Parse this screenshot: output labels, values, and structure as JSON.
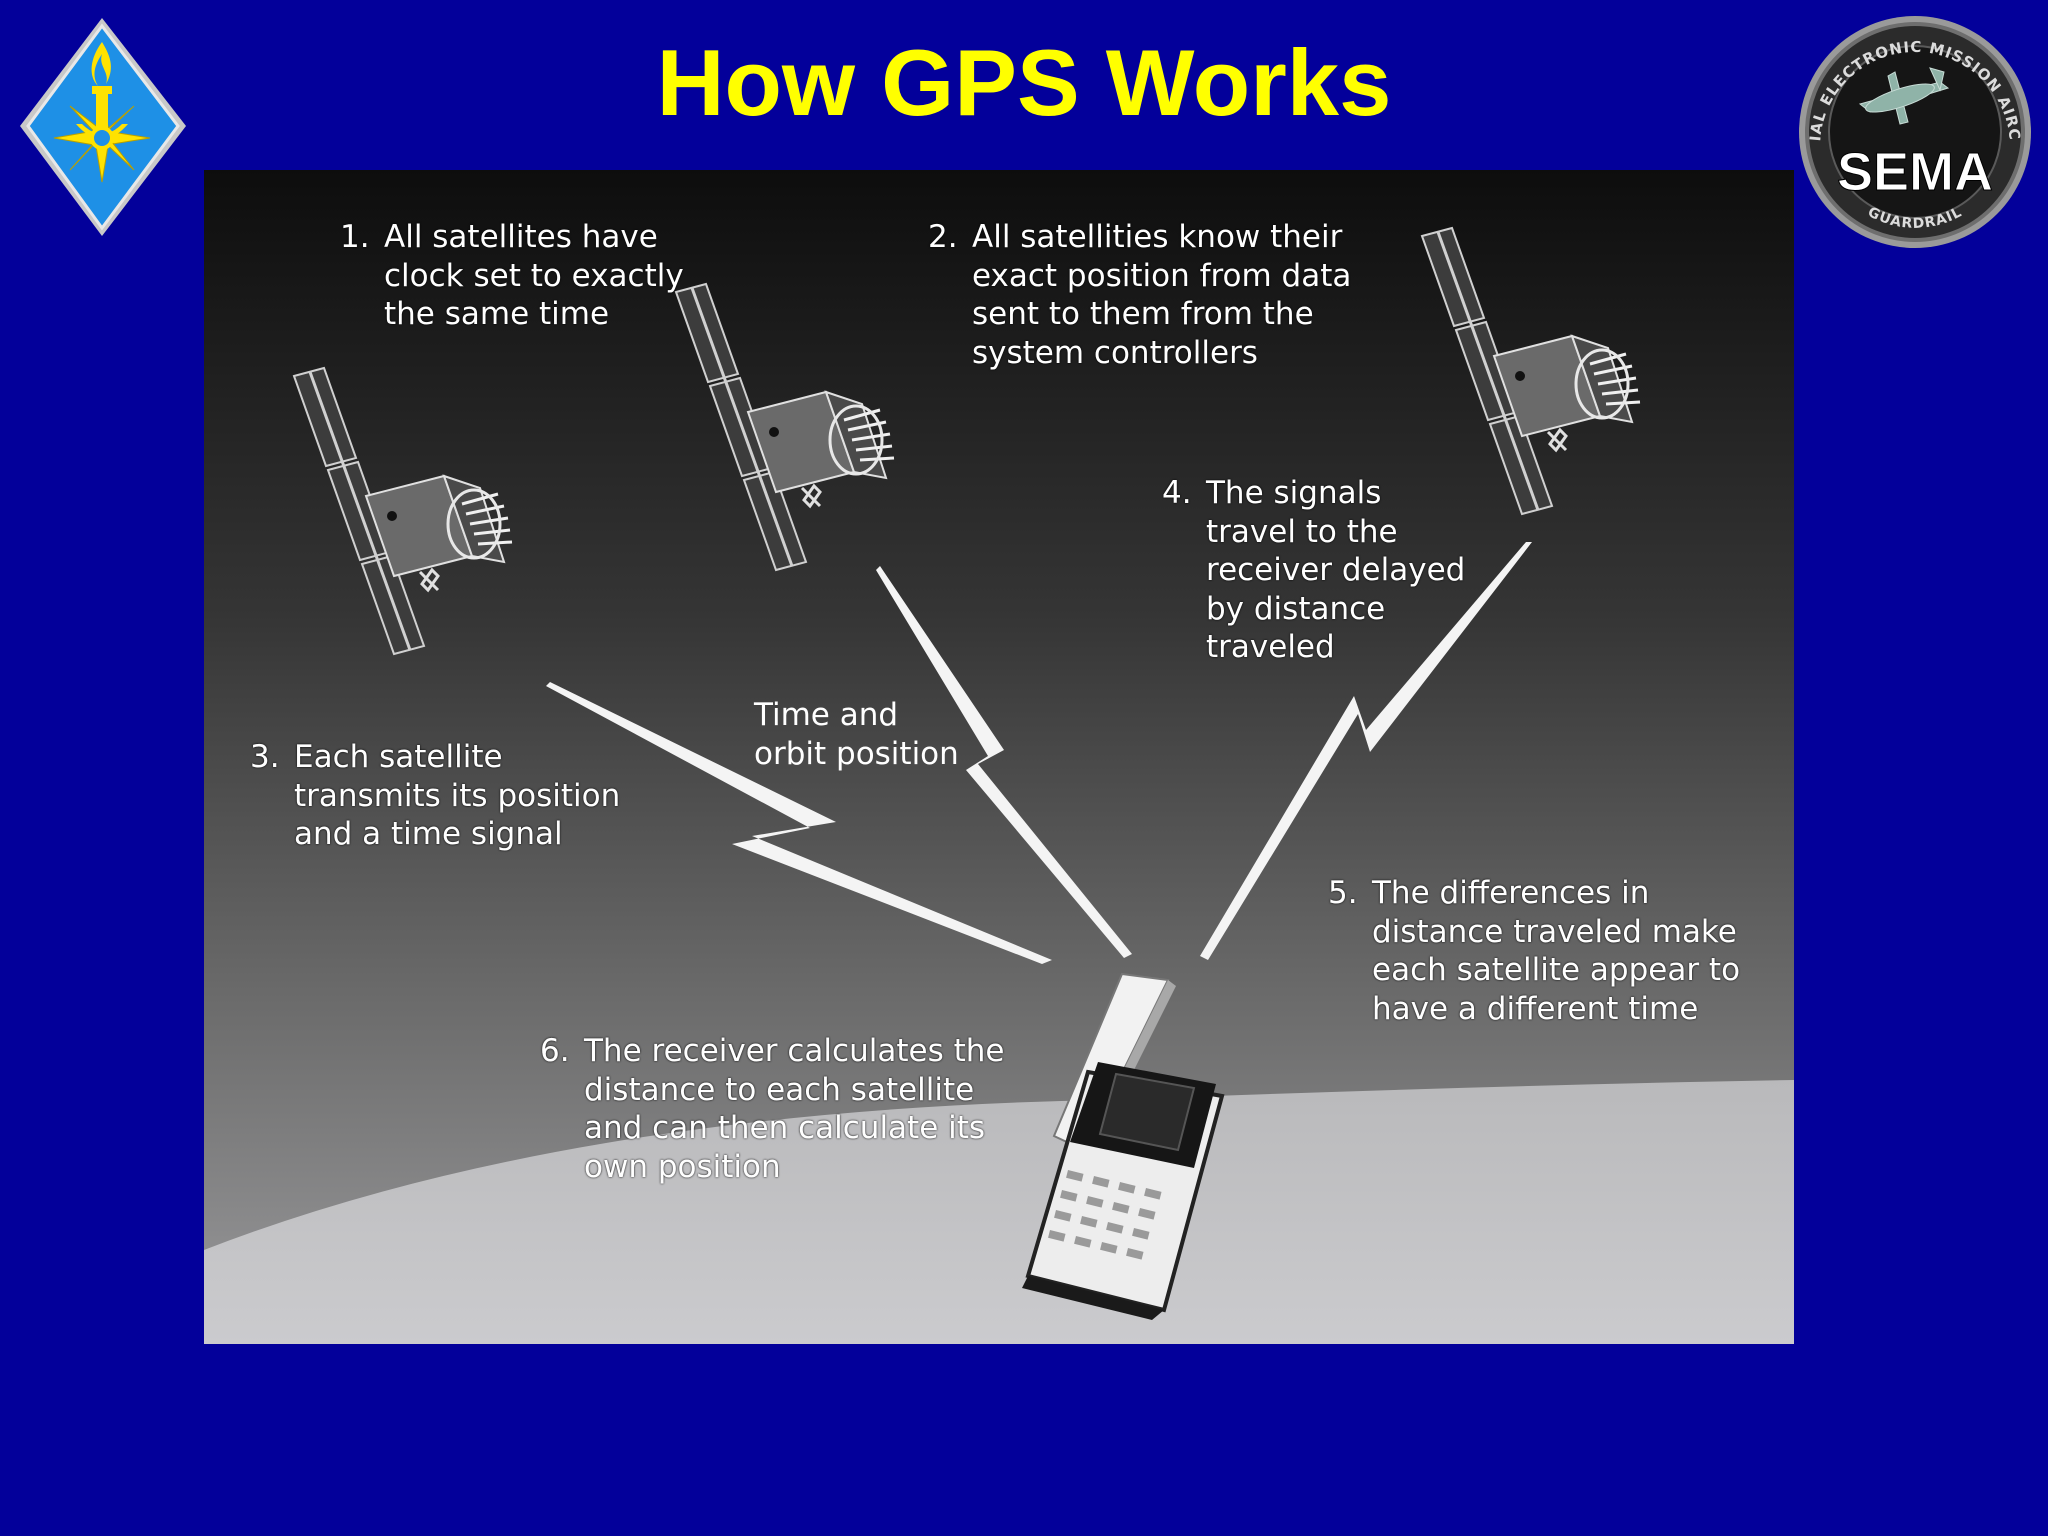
{
  "slide": {
    "title": "How GPS Works"
  },
  "logos": {
    "left": {
      "icon": "torch-star-diamond-icon",
      "colors": {
        "diamond": "#1e90e6",
        "emblem": "#ffe200",
        "border": "#b0b0b0"
      }
    },
    "right": {
      "icon": "sema-aircraft-badge-icon",
      "ring_text": "SPECIAL ELECTRONIC MISSION AIRCRAFT",
      "center_text": "SEMA",
      "bottom_text": "GUARDRAIL"
    }
  },
  "diagram": {
    "steps": [
      {
        "num": "1.",
        "text": "All satellites have\nclock set to exactly\nthe same time"
      },
      {
        "num": "2.",
        "text": "All satellities know their\nexact position from data\nsent to them from the\nsystem controllers"
      },
      {
        "num": "3.",
        "text": "Each satellite\ntransmits its position\nand a time signal"
      },
      {
        "num": "4.",
        "text": "The signals\ntravel to the\nreceiver delayed\nby distance\ntraveled"
      },
      {
        "num": "5.",
        "text": "The differences in\ndistance traveled make\neach satellite appear to\nhave a different time"
      },
      {
        "num": "6.",
        "text": "The receiver calculates the\ndistance to each satellite\nand can then calculate its\nown position"
      }
    ],
    "signal_label": "Time and\norbit position",
    "icons": [
      "satellite-icon",
      "satellite-icon",
      "satellite-icon",
      "gps-receiver-icon",
      "signal-bolt-icon"
    ]
  },
  "colors": {
    "background": "#03009a",
    "title": "#ffff00",
    "text": "#ffffff"
  }
}
